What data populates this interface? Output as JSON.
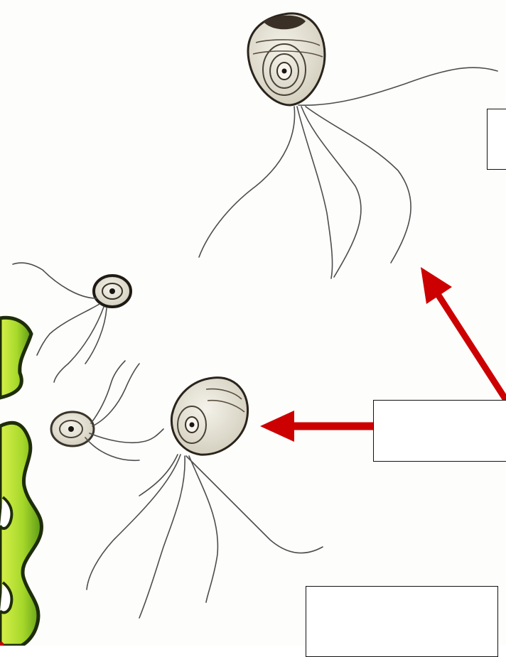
{
  "labels": {
    "box_1": "",
    "box_2": "",
    "box_3": ""
  },
  "colors": {
    "arrow": "#cc0000",
    "algae_light": "#b8e02a",
    "algae_dark": "#4e8a12",
    "outline": "#222222",
    "background": "#fdfdfb"
  },
  "icons": {
    "organisms": [
      "flagellate-large",
      "flagellate-small",
      "flagellate-medium",
      "flagellate-tiny"
    ],
    "arrows": [
      "arrow-up-right-target",
      "arrow-left-target"
    ]
  }
}
